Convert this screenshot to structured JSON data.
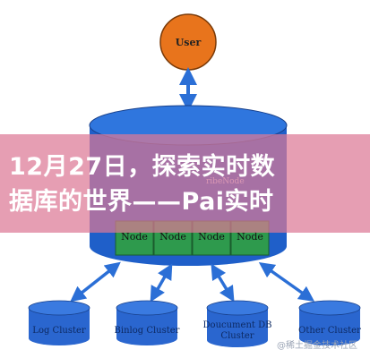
{
  "user": {
    "label": "User"
  },
  "gateway_partial": "ribeNode",
  "nodes": [
    {
      "label": "Node"
    },
    {
      "label": "Node"
    },
    {
      "label": "Node"
    },
    {
      "label": "Node"
    }
  ],
  "clusters": [
    {
      "lines": [
        "Log Cluster"
      ]
    },
    {
      "lines": [
        "Binlog Cluster"
      ]
    },
    {
      "lines": [
        "Doucument DB",
        "Cluster"
      ]
    },
    {
      "lines": [
        "Other Cluster"
      ]
    }
  ],
  "banner": {
    "line1": "12月27日，探索实时数",
    "line2": "据库的世界——Pai实时"
  },
  "watermark": "@稀土掘金技术社区",
  "colors": {
    "user_fill": "#e8741c",
    "db_body": "#1f5fc9",
    "db_top": "#2f76de",
    "node_fill": "#2e9a4d",
    "cluster_fill": "#2a66cf",
    "arrow": "#2b6fd6",
    "banner": "#dc7896"
  }
}
